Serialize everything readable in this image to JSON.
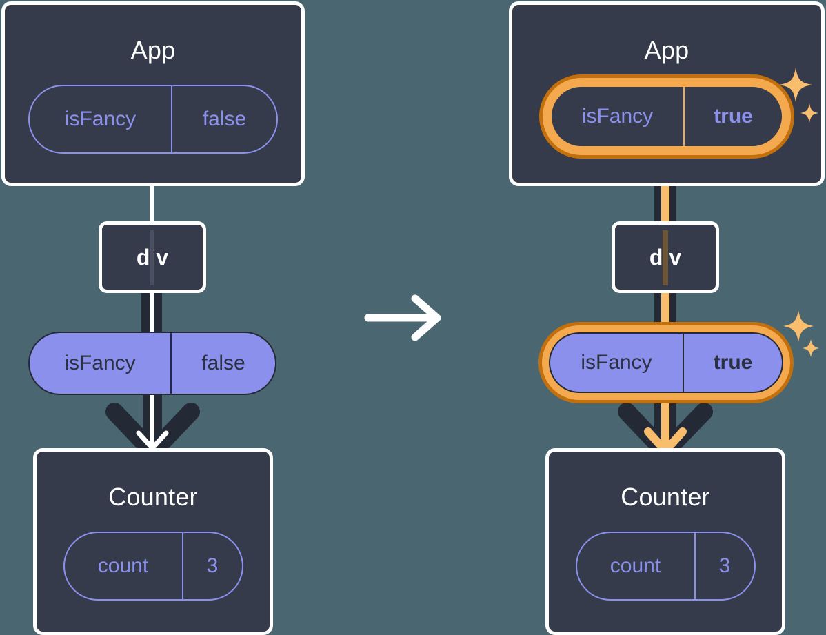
{
  "diagram": {
    "title": "React state update propagation",
    "background_color": "#4A6670",
    "transition_icon": "right-arrow-icon"
  },
  "colors": {
    "box_fill": "#353B4A",
    "box_border": "#FFFFFF",
    "pill_purple": "#8A90EC",
    "pill_text_dark": "#2C3141",
    "highlight_orange": "#F5A94E",
    "highlight_orange_dark": "#C2700E",
    "sparkle_orange": "#F9BD6E",
    "wire_dark": "#242936"
  },
  "before": {
    "app": {
      "title": "App",
      "state": {
        "key": "isFancy",
        "value": "false",
        "highlighted": false
      }
    },
    "div": {
      "label": "div"
    },
    "prop": {
      "key": "isFancy",
      "value": "false",
      "highlighted": false
    },
    "counter": {
      "title": "Counter",
      "state": {
        "key": "count",
        "value": "3",
        "highlighted": false
      }
    }
  },
  "after": {
    "app": {
      "title": "App",
      "state": {
        "key": "isFancy",
        "value": "true",
        "highlighted": true
      }
    },
    "div": {
      "label": "div"
    },
    "prop": {
      "key": "isFancy",
      "value": "true",
      "highlighted": true
    },
    "counter": {
      "title": "Counter",
      "state": {
        "key": "count",
        "value": "3",
        "highlighted": false
      }
    }
  }
}
